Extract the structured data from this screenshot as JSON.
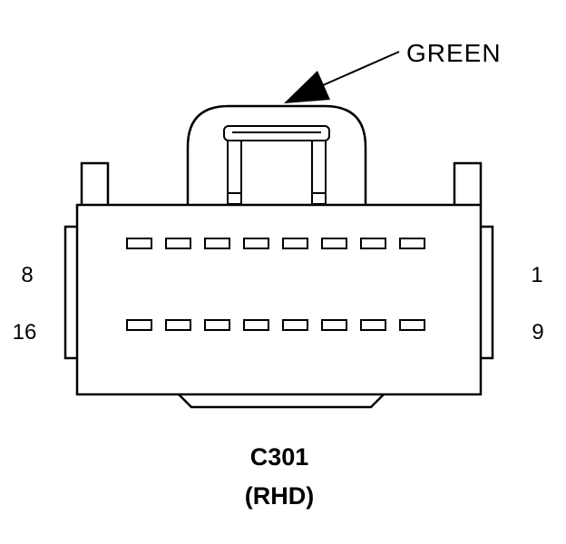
{
  "diagram": {
    "type": "connector-pinout",
    "callout": {
      "label": "GREEN"
    },
    "pin_labels": [
      {
        "position": "row1-left",
        "value": "8"
      },
      {
        "position": "row1-right",
        "value": "1"
      },
      {
        "position": "row2-left",
        "value": "16"
      },
      {
        "position": "row2-right",
        "value": "9"
      }
    ],
    "rows": 2,
    "pins_per_row": 8,
    "caption": {
      "connector_id": "C301",
      "variant": "(RHD)"
    },
    "colors": {
      "line": "#000000",
      "background": "#ffffff"
    }
  }
}
